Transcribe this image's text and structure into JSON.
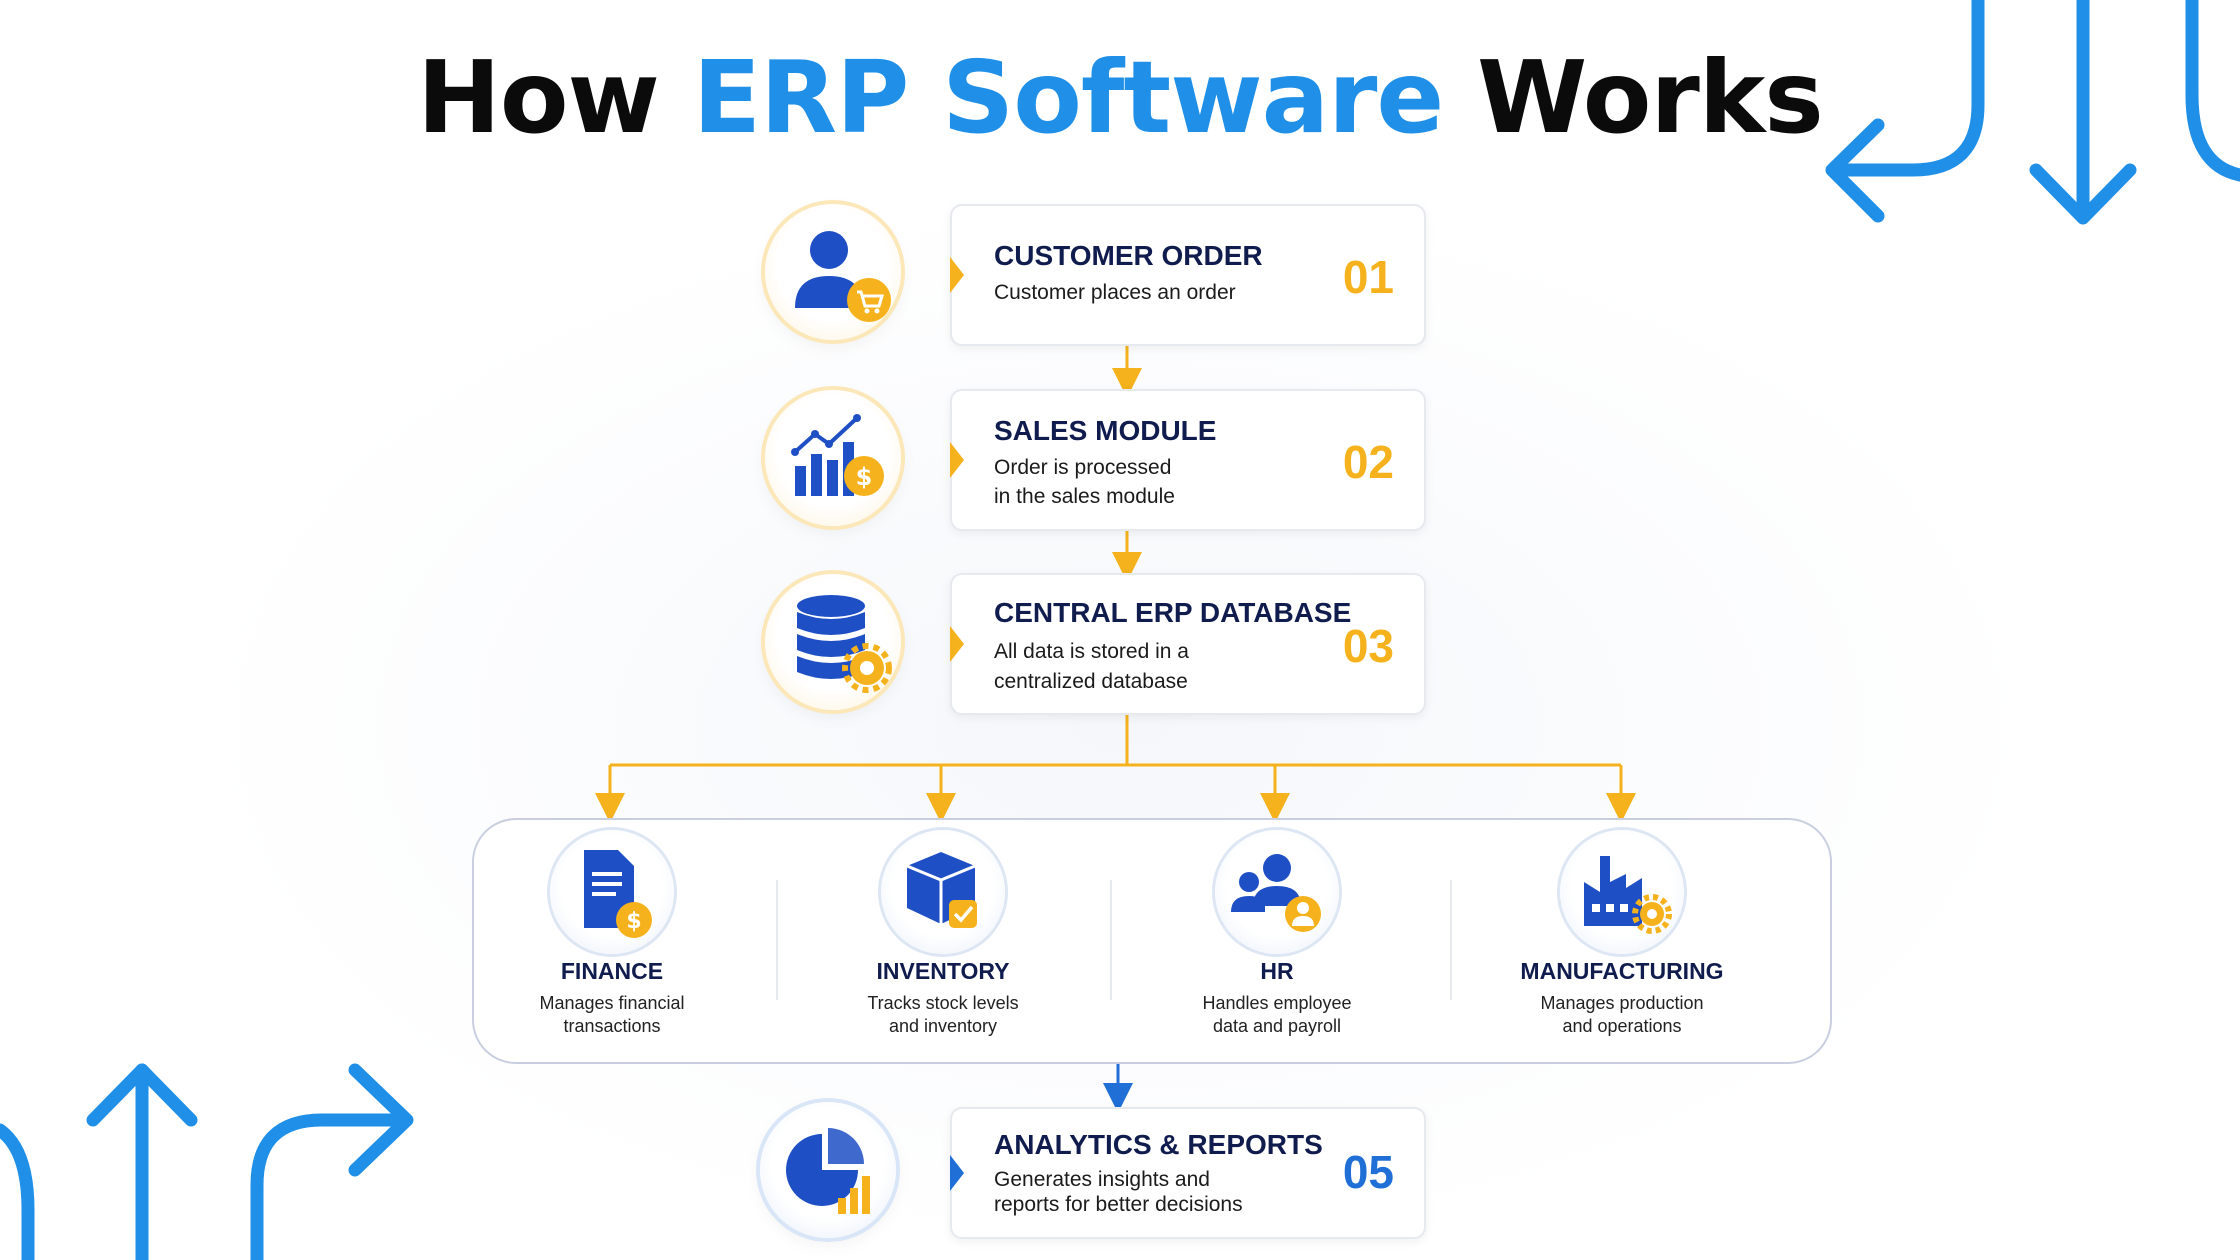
{
  "title": {
    "prefix": "How",
    "accent": "ERP Software",
    "suffix": "Works"
  },
  "colors": {
    "accent": "#1f8fe8",
    "gold": "#f5b21c",
    "navy": "#101c4e",
    "blue": "#1f6fd6"
  },
  "steps": [
    {
      "title": "CUSTOMER ORDER",
      "desc": [
        "Customer places an order"
      ],
      "num": "01",
      "icon": "customer-cart-icon"
    },
    {
      "title": "SALES MODULE",
      "desc": [
        "Order is processed",
        "in the sales module"
      ],
      "num": "02",
      "icon": "sales-chart-icon"
    },
    {
      "title": "CENTRAL ERP DATABASE",
      "desc": [
        "All data is stored in a",
        "centralized database"
      ],
      "num": "03",
      "icon": "database-gear-icon"
    },
    {
      "title": "ANALYTICS & REPORTS",
      "desc": [
        "Generates insights and",
        "reports for better decisions"
      ],
      "num": "05",
      "icon": "pie-chart-icon"
    }
  ],
  "modules": [
    {
      "title": "FINANCE",
      "desc": [
        "Manages financial",
        "transactions"
      ],
      "icon": "document-dollar-icon"
    },
    {
      "title": "INVENTORY",
      "desc": [
        "Tracks stock levels",
        "and inventory"
      ],
      "icon": "box-check-icon"
    },
    {
      "title": "HR",
      "desc": [
        "Handles employee",
        "data and payroll"
      ],
      "icon": "people-icon"
    },
    {
      "title": "MANUFACTURING",
      "desc": [
        "Manages production",
        "and operations"
      ],
      "icon": "factory-gear-icon"
    }
  ]
}
